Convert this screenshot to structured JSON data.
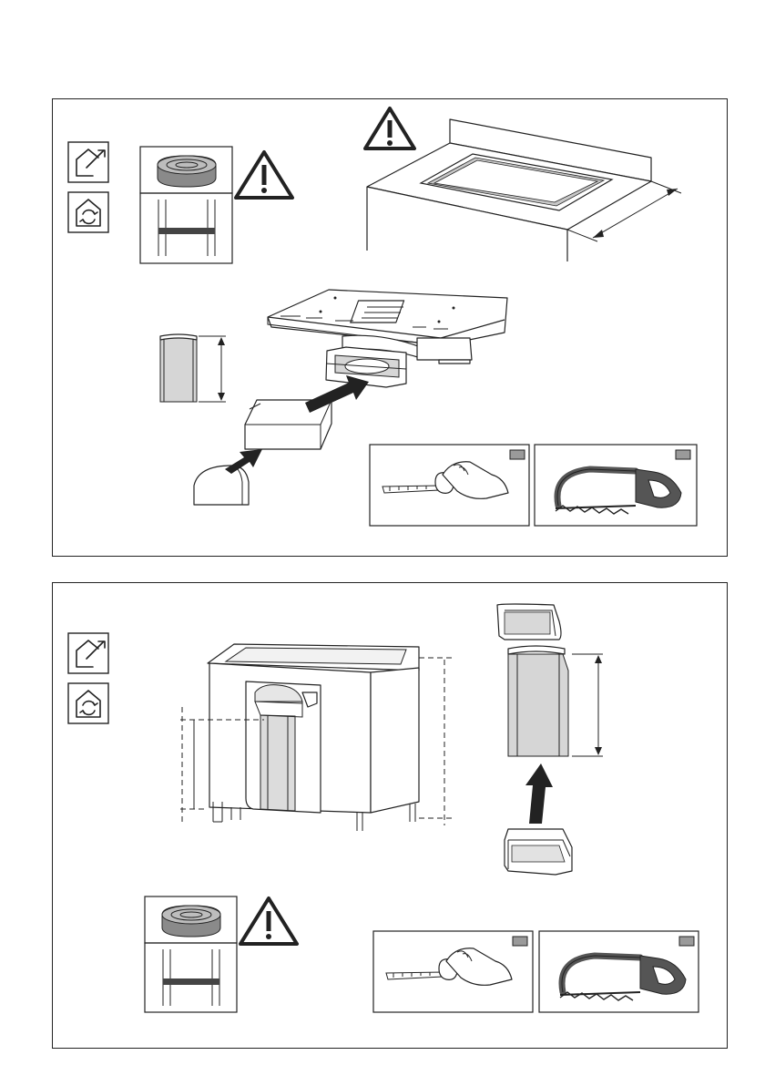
{
  "page": {
    "background": "#ffffff",
    "line_color": "#222222"
  },
  "panels": [
    {
      "id": "panel-top",
      "icons": [
        "house-vent-out-icon",
        "house-recirculation-icon",
        "sealing-tape-roll-icon",
        "taped-duct-joint-icon",
        "warning-triangle-icon",
        "warning-triangle-icon",
        "duct-length-dimension-icon",
        "tape-measure-icon",
        "hacksaw-icon"
      ],
      "tool_badges": [
        "tape-measure",
        "hacksaw"
      ]
    },
    {
      "id": "panel-bottom",
      "icons": [
        "house-vent-out-icon",
        "house-recirculation-icon",
        "sealing-tape-roll-icon",
        "taped-duct-joint-icon",
        "warning-triangle-icon",
        "tape-measure-icon",
        "hacksaw-icon"
      ],
      "tool_badges": [
        "tape-measure",
        "hacksaw"
      ]
    }
  ]
}
